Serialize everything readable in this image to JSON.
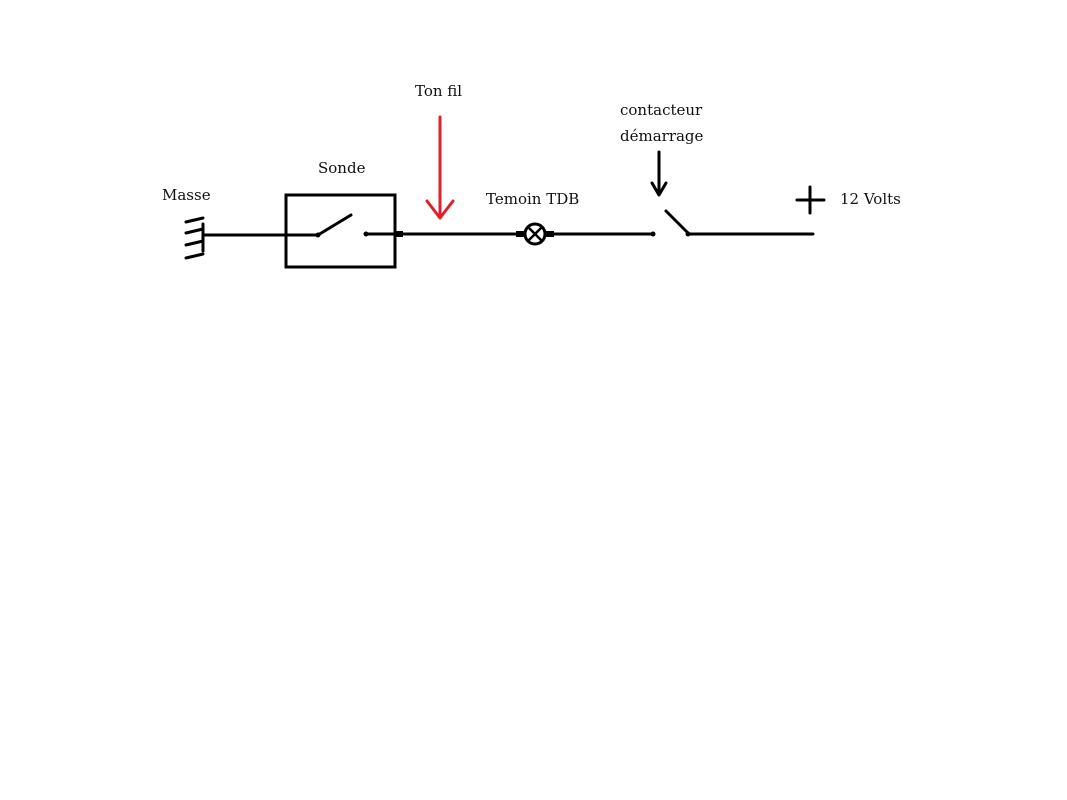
{
  "labels": {
    "masse": "Masse",
    "sonde": "Sonde",
    "ton_fil": "Ton fil",
    "temoin": "Temoin TDB",
    "contacteur_line1": "contacteur",
    "contacteur_line2": "démarrage",
    "volts": "12 Volts"
  },
  "colors": {
    "wire": "#000000",
    "highlight_arrow": "#e0202a",
    "background": "#ffffff"
  },
  "icons": {
    "ground": "ground-symbol",
    "probe_switch": "open-switch",
    "lamp": "indicator-lamp",
    "ignition_switch": "open-switch",
    "positive": "plus-sign"
  }
}
